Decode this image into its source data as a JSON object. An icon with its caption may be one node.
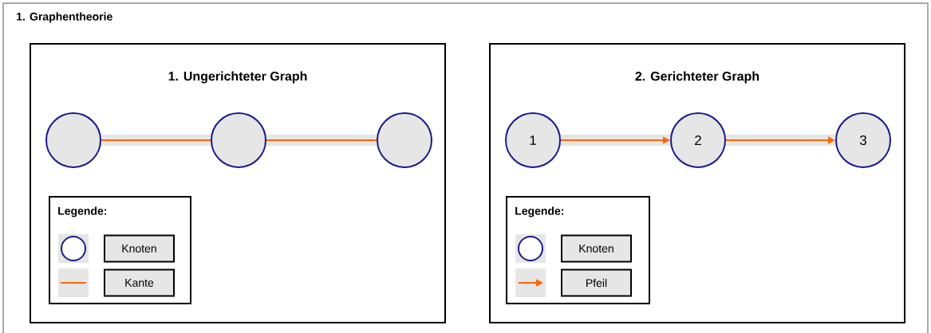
{
  "diagram": {
    "title": "1. Graphentheorie",
    "nodes": [
      {
        "text": [
          "1. Ungerichteter Graph"
        ]
      },
      {
        "text": [],
        "shape": "circle",
        "in": 0
      },
      {
        "text": [],
        "shape": "circle",
        "in": 0
      },
      {
        "text": [],
        "shape": "circle",
        "in": 0
      },
      {
        "text": [
          "Legende:"
        ],
        "in": 0
      },
      {
        "text": [
          "2. Gerichteter Graph"
        ]
      },
      {
        "text": [
          "1"
        ],
        "in": 5
      },
      {
        "text": [
          "2"
        ],
        "in": 5
      },
      {
        "text": [
          "3"
        ],
        "in": 5
      },
      {
        "text": [
          "Legende:"
        ],
        "in": 5
      }
    ],
    "edges": [
      {
        "from": 1,
        "to": 2,
        "arrow": "none"
      },
      {
        "from": 2,
        "to": 3,
        "arrow": "none"
      },
      {
        "from": 6,
        "to": 7,
        "arrow": "to"
      },
      {
        "from": 7,
        "to": 8,
        "arrow": "to"
      }
    ],
    "legend": [
      {
        "text": "Knoten"
      },
      {
        "text": "Kante"
      },
      {
        "text": "Knoten"
      },
      {
        "text": "Pfeil"
      }
    ]
  }
}
